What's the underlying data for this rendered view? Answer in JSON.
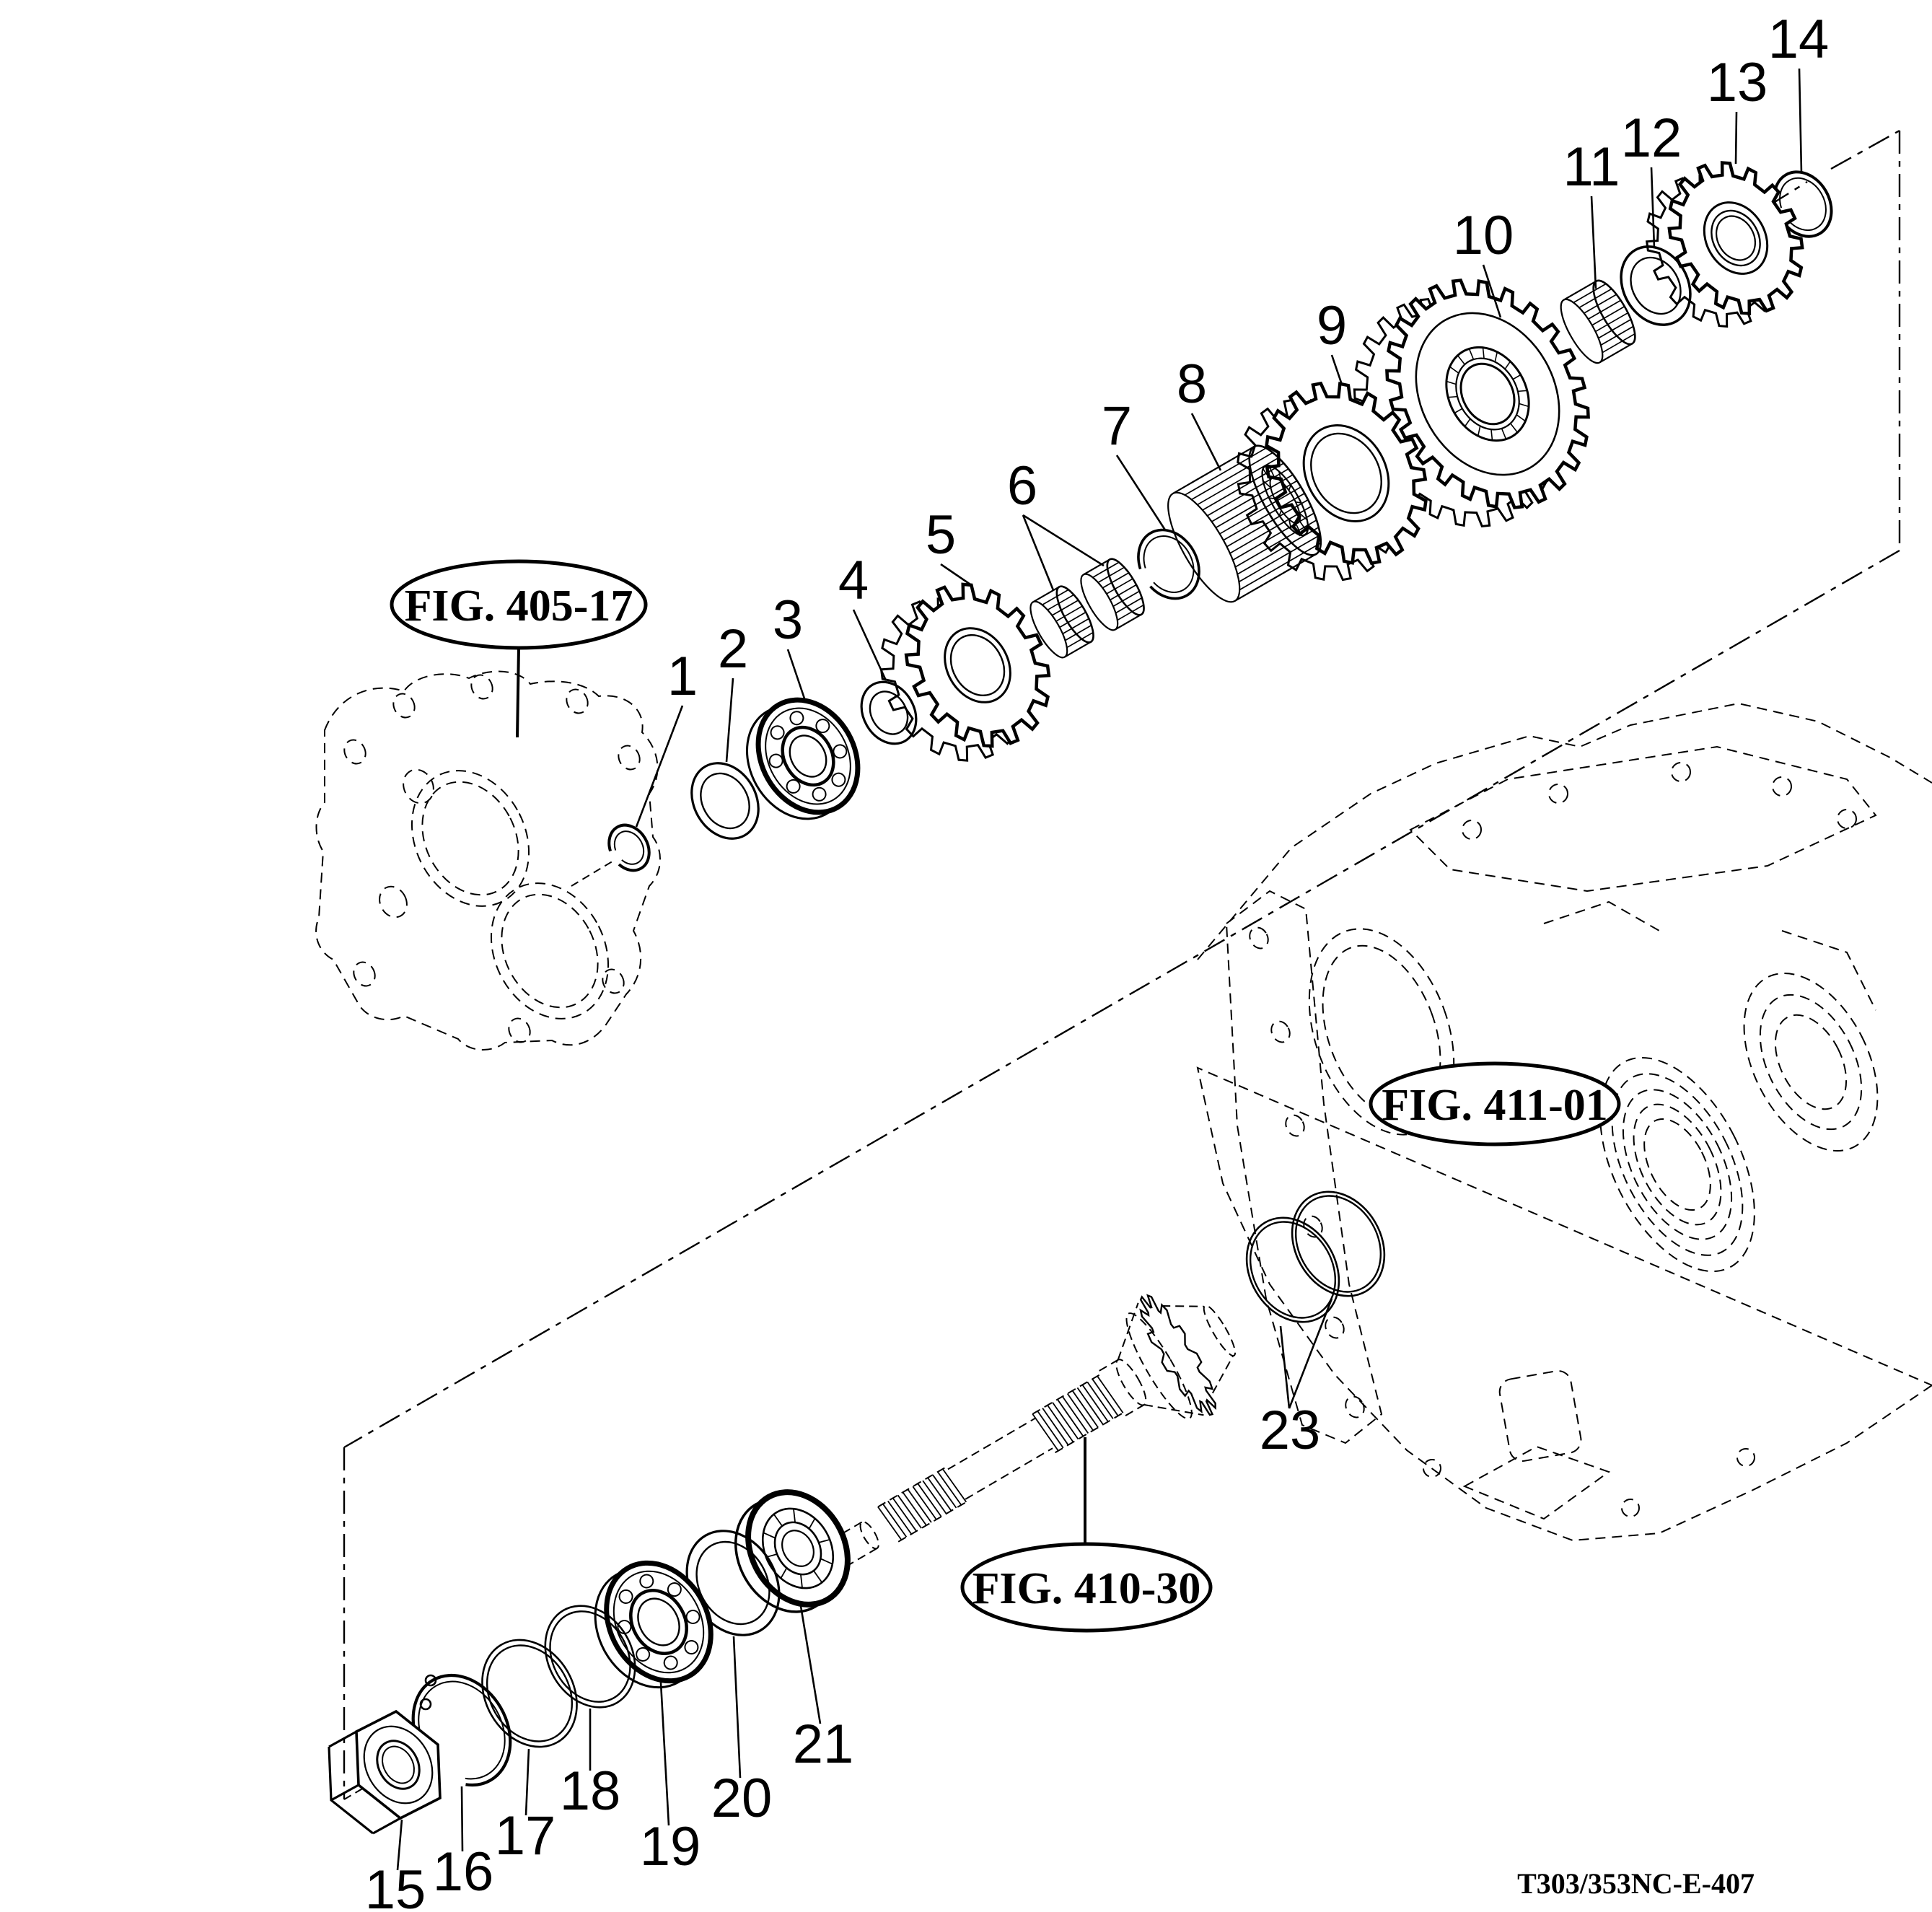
{
  "page": {
    "paper_color": "#ffffff",
    "ink_color": "#000000"
  },
  "diagram": {
    "drawing_code": "T303/353NC-E-407",
    "figure_references": [
      {
        "label": "FIG. 405-17"
      },
      {
        "label": "FIG. 411-01"
      },
      {
        "label": "FIG. 410-30"
      }
    ],
    "part_callouts": [
      {
        "number": "1"
      },
      {
        "number": "2"
      },
      {
        "number": "3"
      },
      {
        "number": "4"
      },
      {
        "number": "5"
      },
      {
        "number": "6"
      },
      {
        "number": "7"
      },
      {
        "number": "8"
      },
      {
        "number": "9"
      },
      {
        "number": "10"
      },
      {
        "number": "11"
      },
      {
        "number": "12"
      },
      {
        "number": "13"
      },
      {
        "number": "14"
      },
      {
        "number": "15"
      },
      {
        "number": "16"
      },
      {
        "number": "17"
      },
      {
        "number": "18"
      },
      {
        "number": "19"
      },
      {
        "number": "20"
      },
      {
        "number": "21"
      },
      {
        "number": "23"
      }
    ]
  }
}
